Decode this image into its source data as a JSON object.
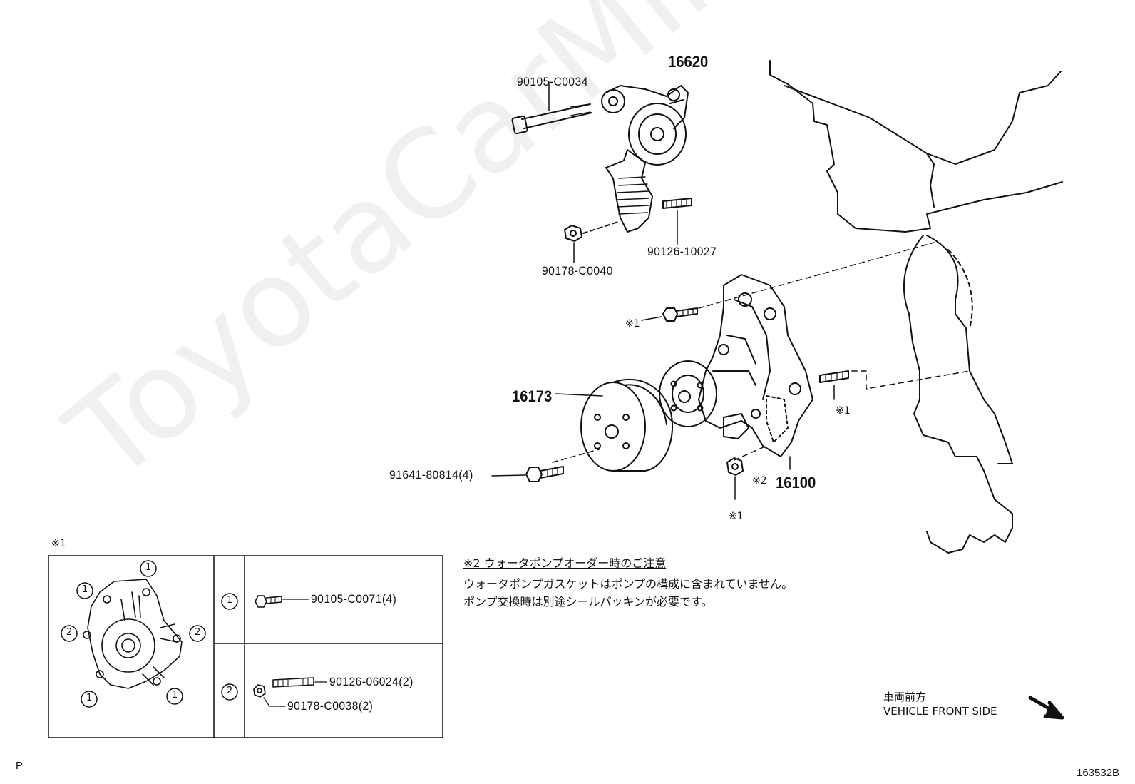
{
  "watermark": "ToyotaCarMine.ru",
  "parts": {
    "p16620": "16620",
    "p90105_c0034": "90105-C0034",
    "p90126_10027": "90126-10027",
    "p90178_c0040": "90178-C0040",
    "p16173": "16173",
    "p91641_80814": "91641-80814(4)",
    "p16100": "16100",
    "ref1_top": "※1",
    "ref1_right": "※1",
    "ref1_bottom": "※1",
    "ref2": "※2"
  },
  "detail_box": {
    "title": "※1",
    "callouts": {
      "c1": "1",
      "c2": "2"
    },
    "row1_part": "90105-C0071(4)",
    "row2_part_a": "90126-06024(2)",
    "row2_part_b": "90178-C0038(2)"
  },
  "notes": {
    "heading": "※2 ウォータポンプオーダー時のご注意",
    "line1": "ウォータポンプガスケットはポンプの構成に含まれていません。",
    "line2": "ポンプ交換時は別途シールパッキンが必要です。"
  },
  "direction": {
    "jp": "車両前方",
    "en": "VEHICLE FRONT SIDE"
  },
  "corner_left": "P",
  "diagram_id": "163532B"
}
